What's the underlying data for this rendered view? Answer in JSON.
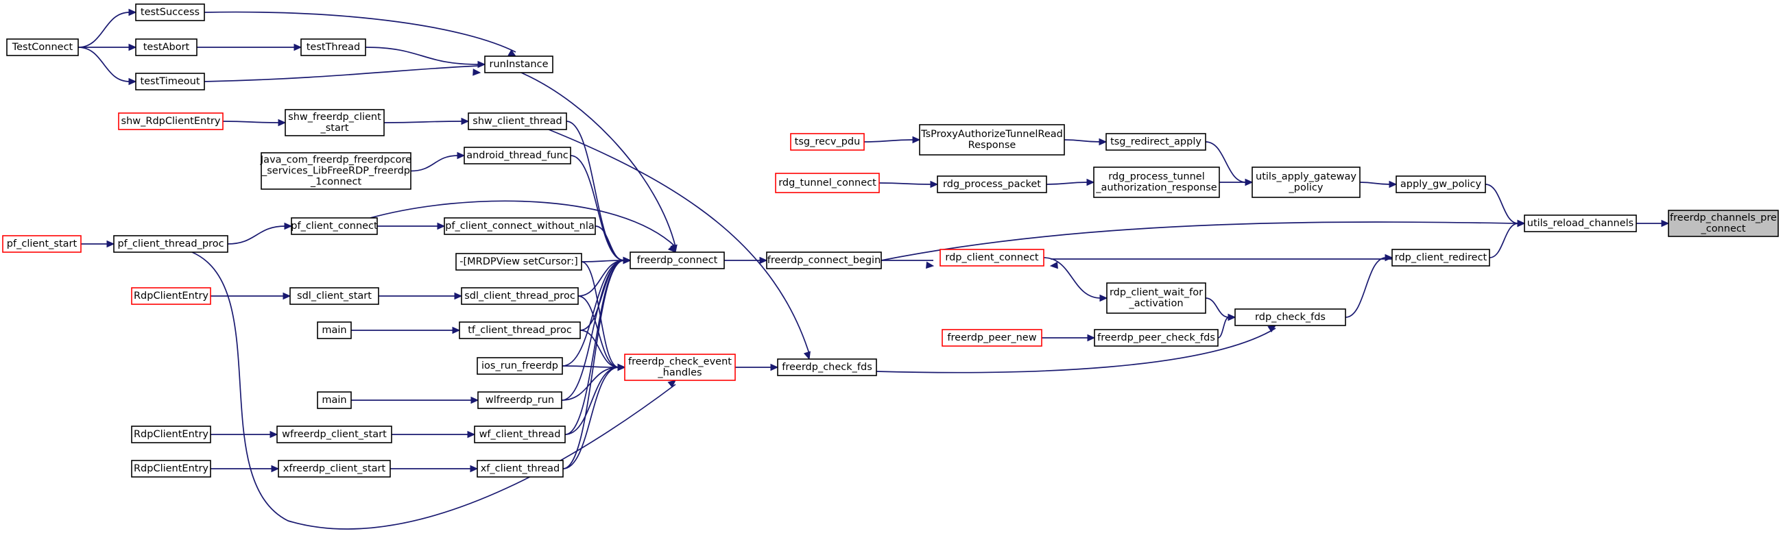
{
  "graph": {
    "nodes": [
      {
        "id": "root",
        "lines": [
          "freerdp_channels_pre",
          "_connect"
        ],
        "style": "root"
      },
      {
        "id": "ureload",
        "lines": [
          "utils_reload_channels"
        ],
        "style": "black"
      },
      {
        "id": "agw",
        "lines": [
          "apply_gw_policy"
        ],
        "style": "black"
      },
      {
        "id": "uagp",
        "lines": [
          "utils_apply_gateway",
          "_policy"
        ],
        "style": "black"
      },
      {
        "id": "tsgra",
        "lines": [
          "tsg_redirect_apply"
        ],
        "style": "black"
      },
      {
        "id": "tsproxy",
        "lines": [
          "TsProxyAuthorizeTunnelRead",
          "Response"
        ],
        "style": "black"
      },
      {
        "id": "tsgrecv",
        "lines": [
          "tsg_recv_pdu"
        ],
        "style": "red"
      },
      {
        "id": "rdgptar",
        "lines": [
          "rdg_process_tunnel",
          "_authorization_response"
        ],
        "style": "black"
      },
      {
        "id": "rdgpp",
        "lines": [
          "rdg_process_packet"
        ],
        "style": "black"
      },
      {
        "id": "rdgtc",
        "lines": [
          "rdg_tunnel_connect"
        ],
        "style": "red"
      },
      {
        "id": "rcr",
        "lines": [
          "rdp_client_redirect"
        ],
        "style": "black"
      },
      {
        "id": "rcc",
        "lines": [
          "rdp_client_connect"
        ],
        "style": "red"
      },
      {
        "id": "rcwa",
        "lines": [
          "rdp_client_wait_for",
          "_activation"
        ],
        "style": "black"
      },
      {
        "id": "rcf",
        "lines": [
          "rdp_check_fds"
        ],
        "style": "black"
      },
      {
        "id": "fpcf",
        "lines": [
          "freerdp_peer_check_fds"
        ],
        "style": "black"
      },
      {
        "id": "fpn",
        "lines": [
          "freerdp_peer_new"
        ],
        "style": "red"
      },
      {
        "id": "fcb",
        "lines": [
          "freerdp_connect_begin"
        ],
        "style": "black"
      },
      {
        "id": "fcf",
        "lines": [
          "freerdp_check_fds"
        ],
        "style": "black"
      },
      {
        "id": "fc",
        "lines": [
          "freerdp_connect"
        ],
        "style": "black"
      },
      {
        "id": "fceh",
        "lines": [
          "freerdp_check_event",
          "_handles"
        ],
        "style": "red"
      },
      {
        "id": "runi",
        "lines": [
          "runInstance"
        ],
        "style": "black"
      },
      {
        "id": "tsucc",
        "lines": [
          "testSuccess"
        ],
        "style": "black"
      },
      {
        "id": "tabort",
        "lines": [
          "testAbort"
        ],
        "style": "black"
      },
      {
        "id": "tthread",
        "lines": [
          "testThread"
        ],
        "style": "black"
      },
      {
        "id": "ttimeout",
        "lines": [
          "testTimeout"
        ],
        "style": "black"
      },
      {
        "id": "tconnect",
        "lines": [
          "TestConnect"
        ],
        "style": "black"
      },
      {
        "id": "shwct",
        "lines": [
          "shw_client_thread"
        ],
        "style": "black"
      },
      {
        "id": "shwfcs",
        "lines": [
          "shw_freerdp_client",
          "_start"
        ],
        "style": "black"
      },
      {
        "id": "shwrce",
        "lines": [
          "shw_RdpClientEntry"
        ],
        "style": "red"
      },
      {
        "id": "andtf",
        "lines": [
          "android_thread_func"
        ],
        "style": "black"
      },
      {
        "id": "java",
        "lines": [
          "Java_com_freerdp_freerdpcore",
          "_services_LibFreeRDP_freerdp",
          "_1connect"
        ],
        "style": "black"
      },
      {
        "id": "pfcc",
        "lines": [
          "pf_client_connect"
        ],
        "style": "black"
      },
      {
        "id": "pfccwn",
        "lines": [
          "pf_client_connect_without_nla"
        ],
        "style": "black"
      },
      {
        "id": "pfctp",
        "lines": [
          "pf_client_thread_proc"
        ],
        "style": "black"
      },
      {
        "id": "pfcs",
        "lines": [
          "pf_client_start"
        ],
        "style": "red"
      },
      {
        "id": "mrdp",
        "lines": [
          "-[MRDPView setCursor:]"
        ],
        "style": "black"
      },
      {
        "id": "sdlctp",
        "lines": [
          "sdl_client_thread_proc"
        ],
        "style": "black"
      },
      {
        "id": "sdlcs",
        "lines": [
          "sdl_client_start"
        ],
        "style": "black"
      },
      {
        "id": "rce1",
        "lines": [
          "RdpClientEntry"
        ],
        "style": "red"
      },
      {
        "id": "tfctp",
        "lines": [
          "tf_client_thread_proc"
        ],
        "style": "black"
      },
      {
        "id": "main1",
        "lines": [
          "main"
        ],
        "style": "black"
      },
      {
        "id": "iosrun",
        "lines": [
          "ios_run_freerdp"
        ],
        "style": "black"
      },
      {
        "id": "wlfrun",
        "lines": [
          "wlfreerdp_run"
        ],
        "style": "black"
      },
      {
        "id": "main2",
        "lines": [
          "main"
        ],
        "style": "black"
      },
      {
        "id": "wfct",
        "lines": [
          "wf_client_thread"
        ],
        "style": "black"
      },
      {
        "id": "wfcs",
        "lines": [
          "wfreerdp_client_start"
        ],
        "style": "black"
      },
      {
        "id": "rce2",
        "lines": [
          "RdpClientEntry"
        ],
        "style": "black"
      },
      {
        "id": "xfct",
        "lines": [
          "xf_client_thread"
        ],
        "style": "black"
      },
      {
        "id": "xfcs",
        "lines": [
          "xfreerdp_client_start"
        ],
        "style": "black"
      },
      {
        "id": "rce3",
        "lines": [
          "RdpClientEntry"
        ],
        "style": "black"
      }
    ],
    "edges": [
      [
        "ureload",
        "root"
      ],
      [
        "agw",
        "ureload"
      ],
      [
        "uagp",
        "agw"
      ],
      [
        "tsgra",
        "uagp"
      ],
      [
        "tsproxy",
        "tsgra"
      ],
      [
        "tsgrecv",
        "tsproxy"
      ],
      [
        "rdgptar",
        "uagp"
      ],
      [
        "rdgpp",
        "rdgptar"
      ],
      [
        "rdgtc",
        "rdgpp"
      ],
      [
        "rcr",
        "ureload"
      ],
      [
        "rcc",
        "rcr"
      ],
      [
        "rcwa",
        "rcf"
      ],
      [
        "rcc",
        "rcwa"
      ],
      [
        "rcf",
        "rcr"
      ],
      [
        "fpcf",
        "rcf"
      ],
      [
        "fpn",
        "fpcf"
      ],
      [
        "fcf",
        "rcf"
      ],
      [
        "fcb",
        "ureload"
      ],
      [
        "fcb",
        "rcc"
      ],
      [
        "fc",
        "fcb"
      ],
      [
        "fceh",
        "fcf"
      ],
      [
        "runi",
        "fc"
      ],
      [
        "tsucc",
        "runi"
      ],
      [
        "tabort",
        "tthread"
      ],
      [
        "tthread",
        "runi"
      ],
      [
        "ttimeout",
        "runi"
      ],
      [
        "tconnect",
        "tsucc"
      ],
      [
        "tconnect",
        "tabort"
      ],
      [
        "tconnect",
        "ttimeout"
      ],
      [
        "shwct",
        "fc"
      ],
      [
        "shwct",
        "fcf"
      ],
      [
        "shwfcs",
        "shwct"
      ],
      [
        "shwrce",
        "shwfcs"
      ],
      [
        "andtf",
        "fc"
      ],
      [
        "java",
        "andtf"
      ],
      [
        "pfcc",
        "fc"
      ],
      [
        "pfcc",
        "pfccwn"
      ],
      [
        "pfccwn",
        "fc"
      ],
      [
        "pfctp",
        "pfcc"
      ],
      [
        "pfctp",
        "fceh"
      ],
      [
        "pfcs",
        "pfctp"
      ],
      [
        "mrdp",
        "fc"
      ],
      [
        "mrdp",
        "fceh"
      ],
      [
        "sdlctp",
        "fc"
      ],
      [
        "sdlctp",
        "fceh"
      ],
      [
        "sdlcs",
        "sdlctp"
      ],
      [
        "rce1",
        "sdlcs"
      ],
      [
        "tfctp",
        "fc"
      ],
      [
        "tfctp",
        "fceh"
      ],
      [
        "main1",
        "tfctp"
      ],
      [
        "iosrun",
        "fc"
      ],
      [
        "iosrun",
        "fceh"
      ],
      [
        "wlfrun",
        "fc"
      ],
      [
        "wlfrun",
        "fceh"
      ],
      [
        "main2",
        "wlfrun"
      ],
      [
        "wfct",
        "fc"
      ],
      [
        "wfct",
        "fceh"
      ],
      [
        "wfcs",
        "wfct"
      ],
      [
        "rce2",
        "wfcs"
      ],
      [
        "xfct",
        "fc"
      ],
      [
        "xfct",
        "fceh"
      ],
      [
        "xfcs",
        "xfct"
      ],
      [
        "rce3",
        "xfcs"
      ]
    ]
  }
}
